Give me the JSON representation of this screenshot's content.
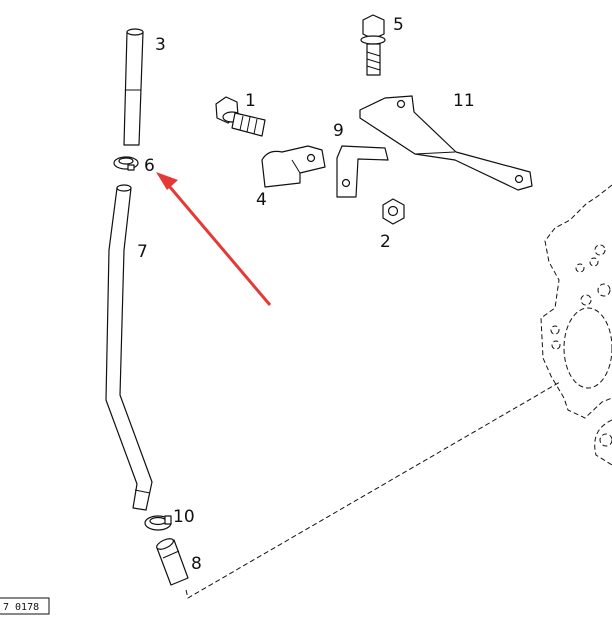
{
  "diagram": {
    "callouts": {
      "p1": "1",
      "p2": "2",
      "p3": "3",
      "p4": "4",
      "p5": "5",
      "p6": "6",
      "p7": "7",
      "p8": "8",
      "p9": "9",
      "p10": "10",
      "p11": "11"
    },
    "ref_code": "7 0178",
    "arrow_color": "#e53935"
  }
}
